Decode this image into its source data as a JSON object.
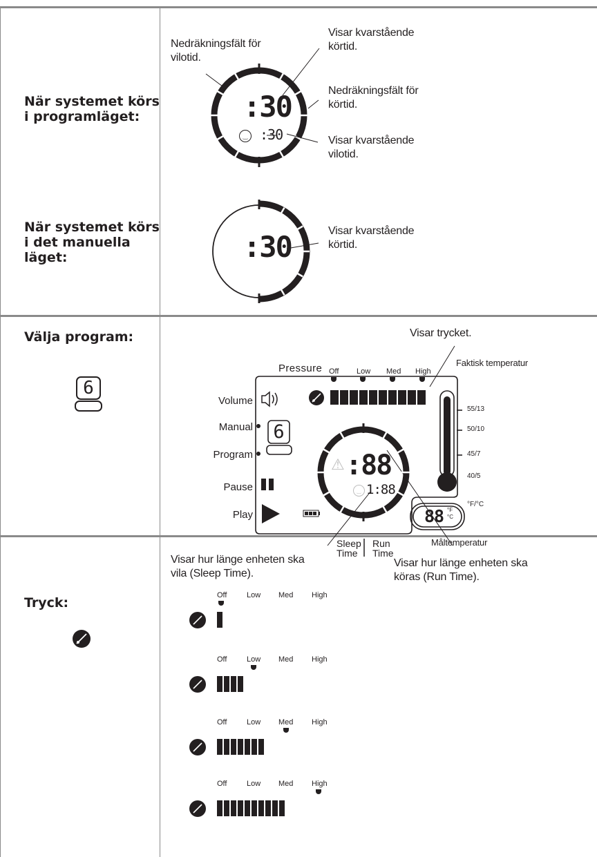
{
  "rows": {
    "program_mode": {
      "heading": "När systemet körs i programläget:",
      "heading_lines": [
        "När systemet körs",
        "i programläget:"
      ],
      "display_run": ":30",
      "display_sleep": ":30",
      "callouts": {
        "sleep_bar": [
          "Nedräkningsfält för",
          "vilotid."
        ],
        "remaining_run": [
          "Visar kvarstående",
          "körtid."
        ],
        "run_bar": [
          "Nedräkningsfält för",
          "körtid."
        ],
        "remaining_sleep": [
          "Visar kvarstående",
          "vilotid."
        ]
      }
    },
    "manual_mode": {
      "heading_lines": [
        "När systemet körs",
        "i det manuella",
        "läget:"
      ],
      "display_run": ":30",
      "callouts": {
        "remaining_run": [
          "Visar kvarstående",
          "körtid."
        ]
      }
    },
    "select_program": {
      "heading": "Välja program:",
      "program_digit": "6",
      "callouts": {
        "pressure": "Visar trycket.",
        "actual_temp": "Faktisk temperatur",
        "target_temp": "Måltemperatur",
        "sleep_time": [
          "Visar hur länge enheten ska",
          "vila (Sleep Time)."
        ],
        "run_time": [
          "Visar hur länge enheten ska",
          "köras (Run Time)."
        ]
      },
      "lcd": {
        "pressure_label": "Pressure",
        "pressure_levels": [
          "Off",
          "Low",
          "Med",
          "High"
        ],
        "side_labels": [
          "Volume",
          "Manual",
          "Program",
          "Pause",
          "Play"
        ],
        "run_digits": ":88",
        "sleep_digits": "1:88",
        "target_digits": "88",
        "temp_units": [
          "°F",
          "°C"
        ],
        "temp_scale": [
          "55/13",
          "50/10",
          "45/7",
          "40/5",
          "°F/°C"
        ],
        "sleep_label": [
          "Sleep",
          "Time"
        ],
        "run_label": [
          "Run",
          "Time"
        ]
      }
    },
    "pressure": {
      "heading": "Tryck:",
      "levels": [
        "Off",
        "Low",
        "Med",
        "High"
      ],
      "examples": [
        {
          "level": "Off",
          "segments": 1
        },
        {
          "level": "Low",
          "segments": 4
        },
        {
          "level": "Med",
          "segments": 7
        },
        {
          "level": "High",
          "segments": 10
        }
      ]
    }
  },
  "colors": {
    "ink": "#231f20",
    "rule": "#8a8a8a",
    "light": "#bdbdbd"
  }
}
